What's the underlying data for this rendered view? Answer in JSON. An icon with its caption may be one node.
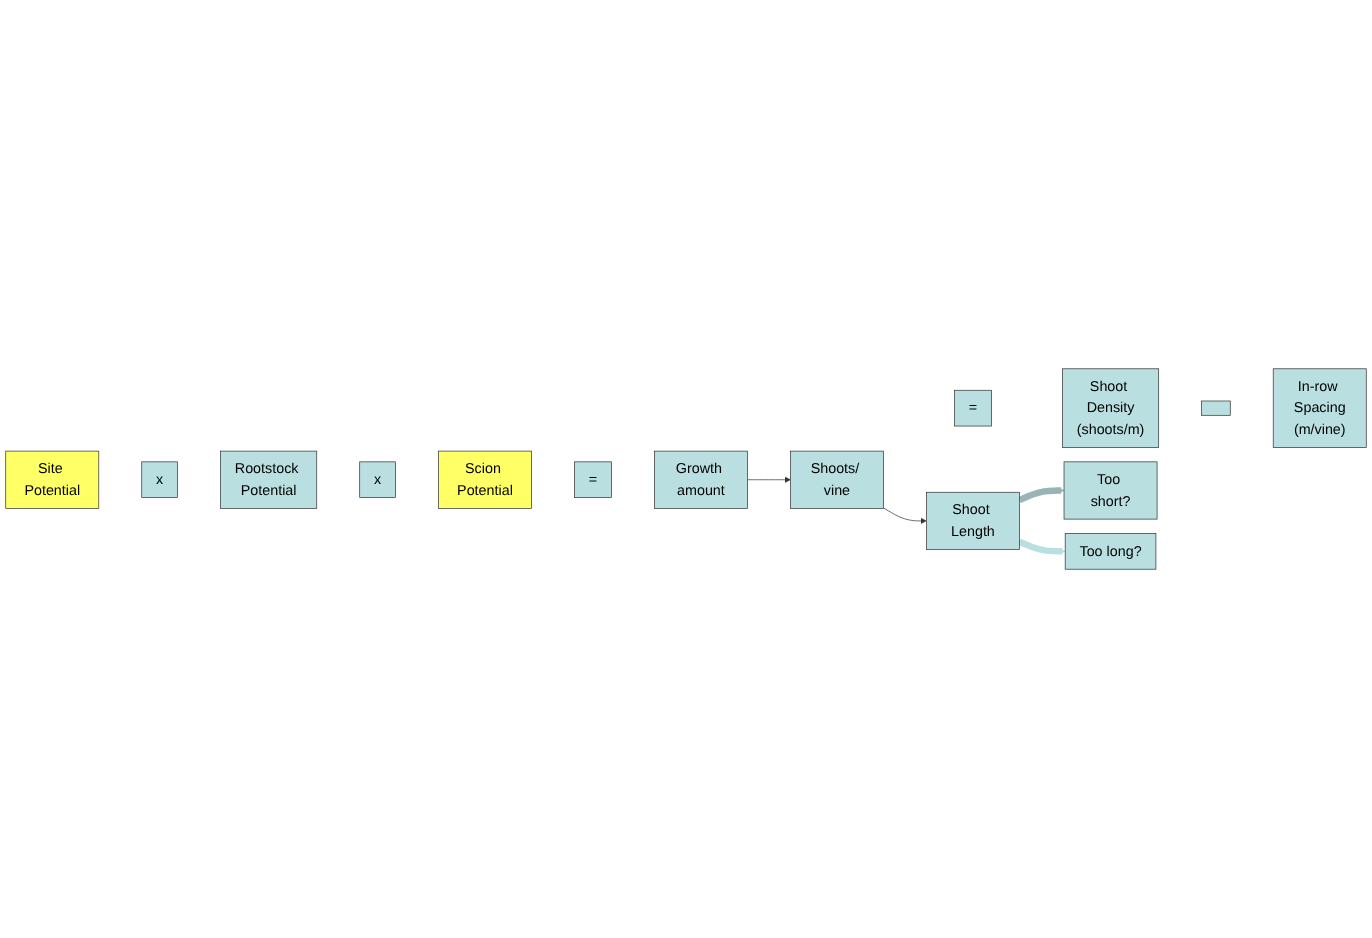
{
  "diagram": {
    "nodes": [
      {
        "text": [
          "Site Potential"
        ]
      },
      {
        "text": [
          "x"
        ]
      },
      {
        "text": [
          "Rootstock Potential"
        ]
      },
      {
        "text": [
          "x"
        ]
      },
      {
        "text": [
          "Scion Potential"
        ]
      },
      {
        "text": [
          "="
        ]
      },
      {
        "text": [
          "Growth amount"
        ]
      },
      {
        "text": [
          "Shoot Length"
        ]
      },
      {
        "text": [
          "Shoots/ vine"
        ]
      },
      {
        "text": [
          "="
        ]
      },
      {
        "text": [
          "Shoot Density",
          "(shoots/m)"
        ]
      },
      {
        "text": [],
        "shape": "box"
      },
      {
        "text": [
          "In-row Spacing",
          "(m/vine)"
        ]
      },
      {
        "text": [
          "Too short?"
        ]
      },
      {
        "text": [
          "Too long?"
        ]
      }
    ],
    "edges": [
      {
        "from": 6,
        "to": 8,
        "arrow": "to"
      },
      {
        "from": 8,
        "to": 7,
        "arrow": "to"
      },
      {
        "from": 7,
        "to": 13,
        "arrow": "to",
        "style": "thick",
        "color": "#98b4b4"
      },
      {
        "from": 7,
        "to": 14,
        "arrow": "to",
        "style": "thick",
        "color": "#b9dfe0"
      }
    ]
  }
}
